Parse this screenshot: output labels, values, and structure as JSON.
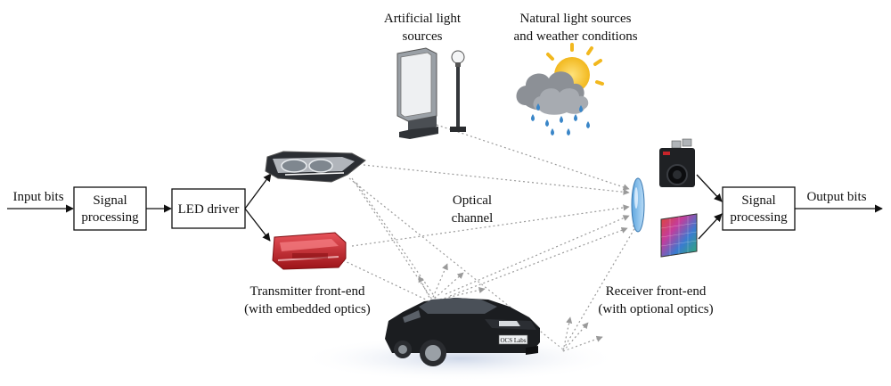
{
  "labels": {
    "input_bits": "Input bits",
    "signal_processing_tx": [
      "Signal",
      "processing"
    ],
    "led_driver": "LED driver",
    "artificial_light": [
      "Artificial light",
      "sources"
    ],
    "natural_light": [
      "Natural light sources",
      "and weather conditions"
    ],
    "optical_channel": [
      "Optical",
      "channel"
    ],
    "transmitter": [
      "Transmitter front-end",
      "(with embedded optics)"
    ],
    "receiver": [
      "Receiver front-end",
      "(with optional optics)"
    ],
    "signal_processing_rx": [
      "Signal",
      "processing"
    ],
    "output_bits": "Output bits",
    "license_plate": "OCS Labs"
  },
  "icons": {
    "headlight": "headlight-icon",
    "taillight": "taillight-icon",
    "billboard": "billboard-icon",
    "street_lamp": "street-lamp-icon",
    "weather": "sun-cloud-rain-icon",
    "car": "car-icon",
    "lens": "lens-icon",
    "camera": "camera-icon",
    "image_sensor": "image-sensor-icon"
  },
  "colors": {
    "arrow": "#111111",
    "ray": "#9a9a9a",
    "sun": "#f2c230",
    "cloud": "#8c9096",
    "rain": "#3a86c8",
    "taillight": "#c8242a",
    "lens": "#7ab8e6",
    "car_body": "#1b1d20"
  }
}
